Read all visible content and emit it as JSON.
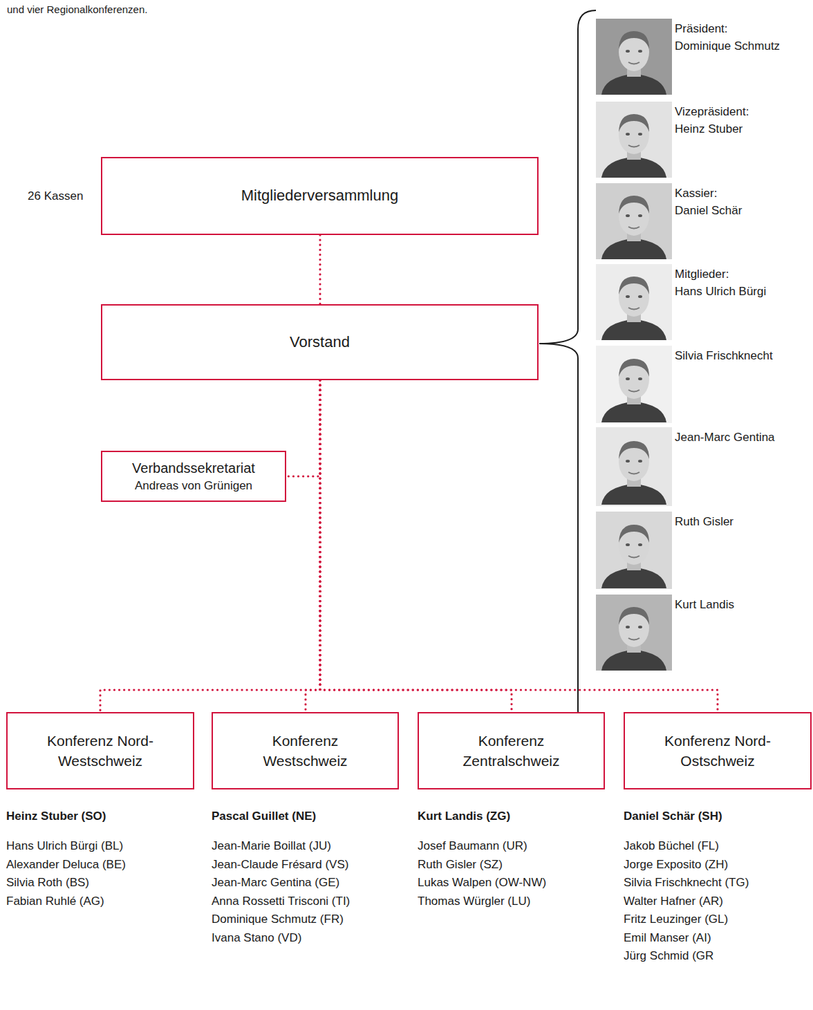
{
  "diagram": {
    "nodes": [
      {
        "text": [
          "Mitgliederversammlung"
        ]
      },
      {
        "text": [
          "Vorstand"
        ]
      },
      {
        "text": [
          "Verbandssekretariat",
          "Andreas von Grünigen"
        ]
      },
      {
        "text": [
          "Konferenz Nord-Westschweiz"
        ]
      },
      {
        "text": [
          "Konferenz Westschweiz"
        ]
      },
      {
        "text": [
          "Konferenz Zentralschweiz"
        ]
      },
      {
        "text": [
          "Konferenz Nord-Ostschweiz"
        ]
      }
    ],
    "edges": [
      {
        "from": 0,
        "to": 1,
        "arrow": "none"
      },
      {
        "from": 1,
        "to": 2,
        "arrow": "none"
      },
      {
        "from": 1,
        "to": 3,
        "arrow": "none"
      },
      {
        "from": 1,
        "to": 4,
        "arrow": "none"
      },
      {
        "from": 1,
        "to": 5,
        "arrow": "none"
      },
      {
        "from": 1,
        "to": 6,
        "arrow": "none"
      }
    ],
    "labels": [
      "und vier Regionalkonferenzen.",
      "26 Kassen",
      "Präsident:",
      "Dominique Schmutz",
      "Vizepräsident:",
      "Heinz Stuber",
      "Kassier:",
      "Daniel Schär",
      "Mitglieder:",
      "Hans Ulrich Bürgi",
      "Silvia Frischknecht",
      "Jean-Marc Gentina",
      "Ruth Gisler",
      "Kurt Landis",
      "Heinz Stuber (SO)",
      "Hans Ulrich Bürgi (BL)",
      "Alexander Deluca (BE)",
      "Silvia Roth (BS)",
      "Fabian Ruhlé (AG)",
      "Pascal Guillet (NE)",
      "Jean-Marie Boillat (JU)",
      "Jean-Claude Frésard (VS)",
      "Jean-Marc Gentina (GE)",
      "Anna Rossetti Trisconi (TI)",
      "Dominique Schmutz (FR)",
      "Ivana Stano (VD)",
      "Kurt Landis (ZG)",
      "Josef Baumann (UR)",
      "Ruth Gisler (SZ)",
      "Lukas Walpen (OW-NW)",
      "Thomas Würgler (LU)",
      "Daniel Schär (SH)",
      "Jakob Büchel (FL)",
      "Jorge Exposito (ZH)",
      "Silvia Frischknecht (TG)",
      "Walter Hafner (AR)",
      "Fritz Leuzinger (GL)",
      "Emil Manser (AI)",
      "Jürg Schmid (GR"
    ]
  }
}
